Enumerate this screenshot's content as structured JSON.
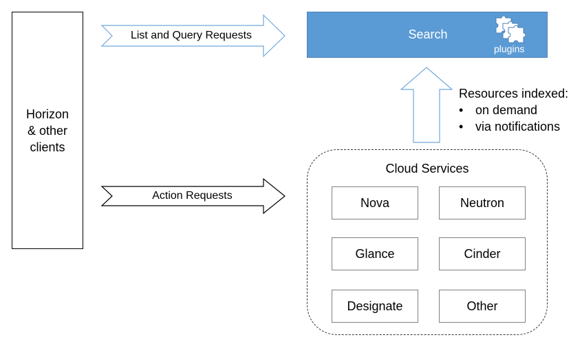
{
  "clients": {
    "line1": "Horizon",
    "line2": "& other",
    "line3": "clients"
  },
  "search": {
    "label": "Search",
    "plugins_label": "plugins",
    "icon": "puzzle-plugins-icon"
  },
  "arrows": {
    "list_query": "List and Query Requests",
    "action": "Action Requests"
  },
  "resources": {
    "title": "Resources indexed:",
    "items": [
      "on demand",
      "via notifications"
    ]
  },
  "cloud": {
    "title": "Cloud Services",
    "services": [
      "Nova",
      "Neutron",
      "Glance",
      "Cinder",
      "Designate",
      "Other"
    ]
  },
  "colors": {
    "search_fill": "#5b9bd5",
    "up_arrow_stroke": "#5b9bd5"
  }
}
